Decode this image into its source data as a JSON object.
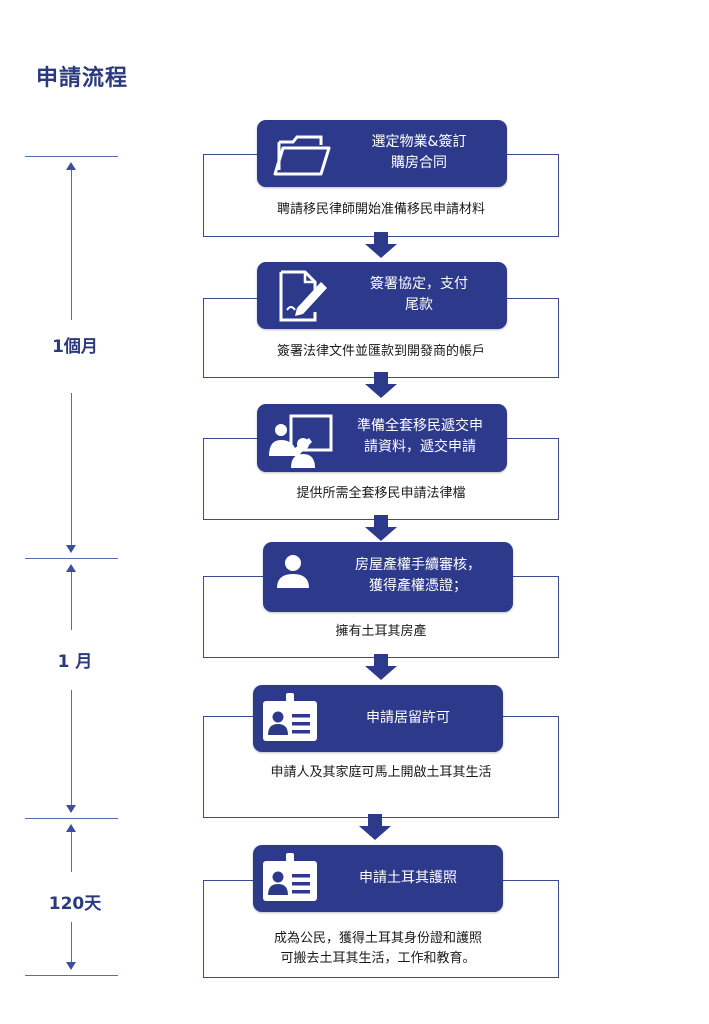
{
  "page": {
    "title": "申請流程"
  },
  "timeline": [
    {
      "label": "1個月"
    },
    {
      "label": "1 月"
    },
    {
      "label": "120天"
    }
  ],
  "steps": [
    {
      "title": "選定物業&簽訂\n購房合同",
      "icon": "folder-icon",
      "desc": "聘請移民律師開始准備移民申請材料"
    },
    {
      "title": "簽署協定，支付\n尾款",
      "icon": "document-sign-icon",
      "desc": "簽署法律文件並匯款到開發商的帳戶"
    },
    {
      "title": "準備全套移民遞交申\n請資料，遞交申請",
      "icon": "presentation-icon",
      "desc": "提供所需全套移民申請法律檔"
    },
    {
      "title": "房屋產權手續審核，\n獲得產權憑證；",
      "icon": "person-icon",
      "desc": "擁有土耳其房產"
    },
    {
      "title": "申請居留許可",
      "icon": "id-card-icon",
      "desc": "申請人及其家庭可馬上開啟土耳其生活"
    },
    {
      "title": "申請土耳其護照",
      "icon": "id-card-icon",
      "desc": "成為公民，獲得土耳其身份證和護照\n可搬去土耳其生活，工作和教育。"
    }
  ],
  "colors": {
    "primary": "#2d3a8c",
    "accent": "#3c4ea0",
    "title": "#2b3a7e"
  }
}
